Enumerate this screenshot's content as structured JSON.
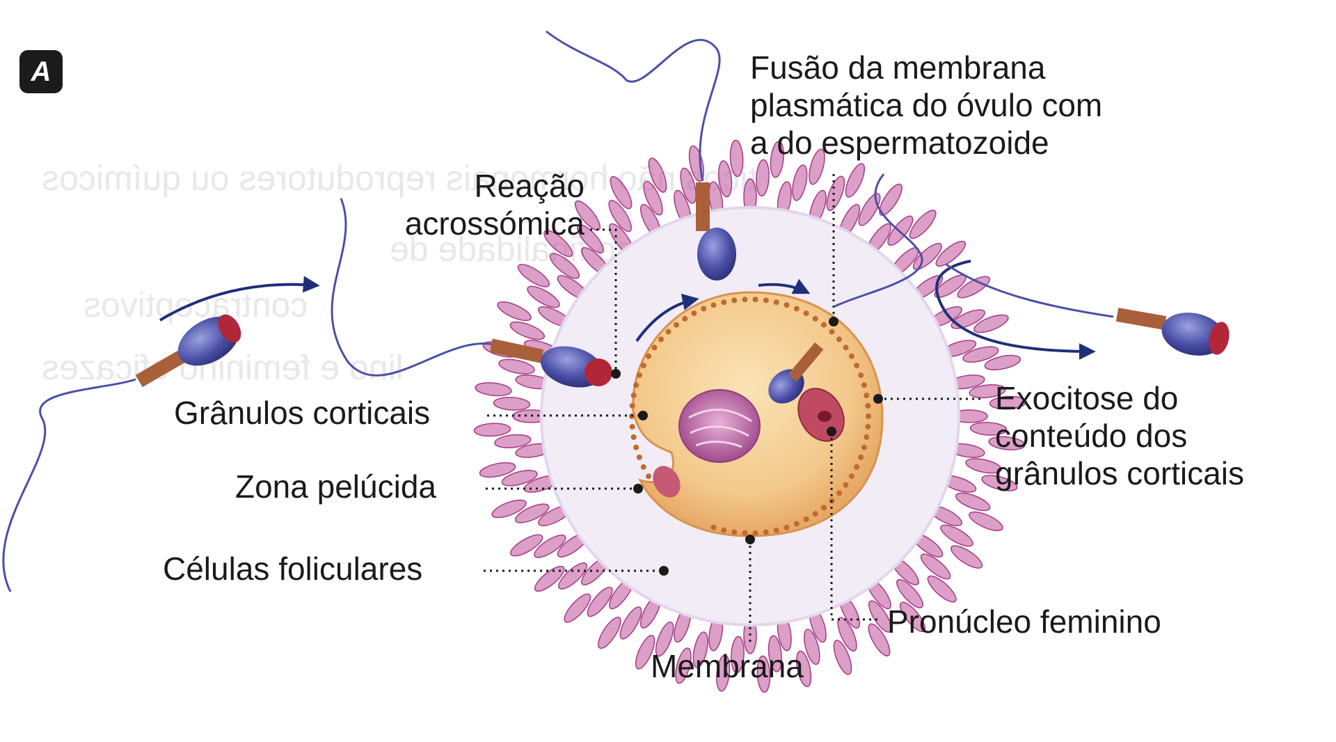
{
  "figure": {
    "panel_letter": "A",
    "labels": {
      "fusion": [
        "Fusão da membrana",
        "plasmática do óvulo com",
        "a do espermatozoide"
      ],
      "acrosome": [
        "Reação",
        "acrossómica"
      ],
      "cortical_granules": "Grânulos corticais",
      "zona_pellucida": "Zona pelúcida",
      "follicular_cells": "Células foliculares",
      "exocytosis": [
        "Exocitose do",
        "conteúdo dos",
        "grânulos corticais"
      ],
      "female_pronucleus": "Pronúcleo feminino",
      "membrane": "Membrana"
    },
    "colors": {
      "egg_fill": "#f3c98c",
      "egg_rim": "#c06a2e",
      "follicular": "#c0509a",
      "zona": "#f1ecf6",
      "sperm_head": "#4a4fa6",
      "sperm_tip": "#b2263a",
      "midpiece": "#a9603a",
      "arrow": "#1f2f7a",
      "leader": "#1a1a1a"
    }
  }
}
